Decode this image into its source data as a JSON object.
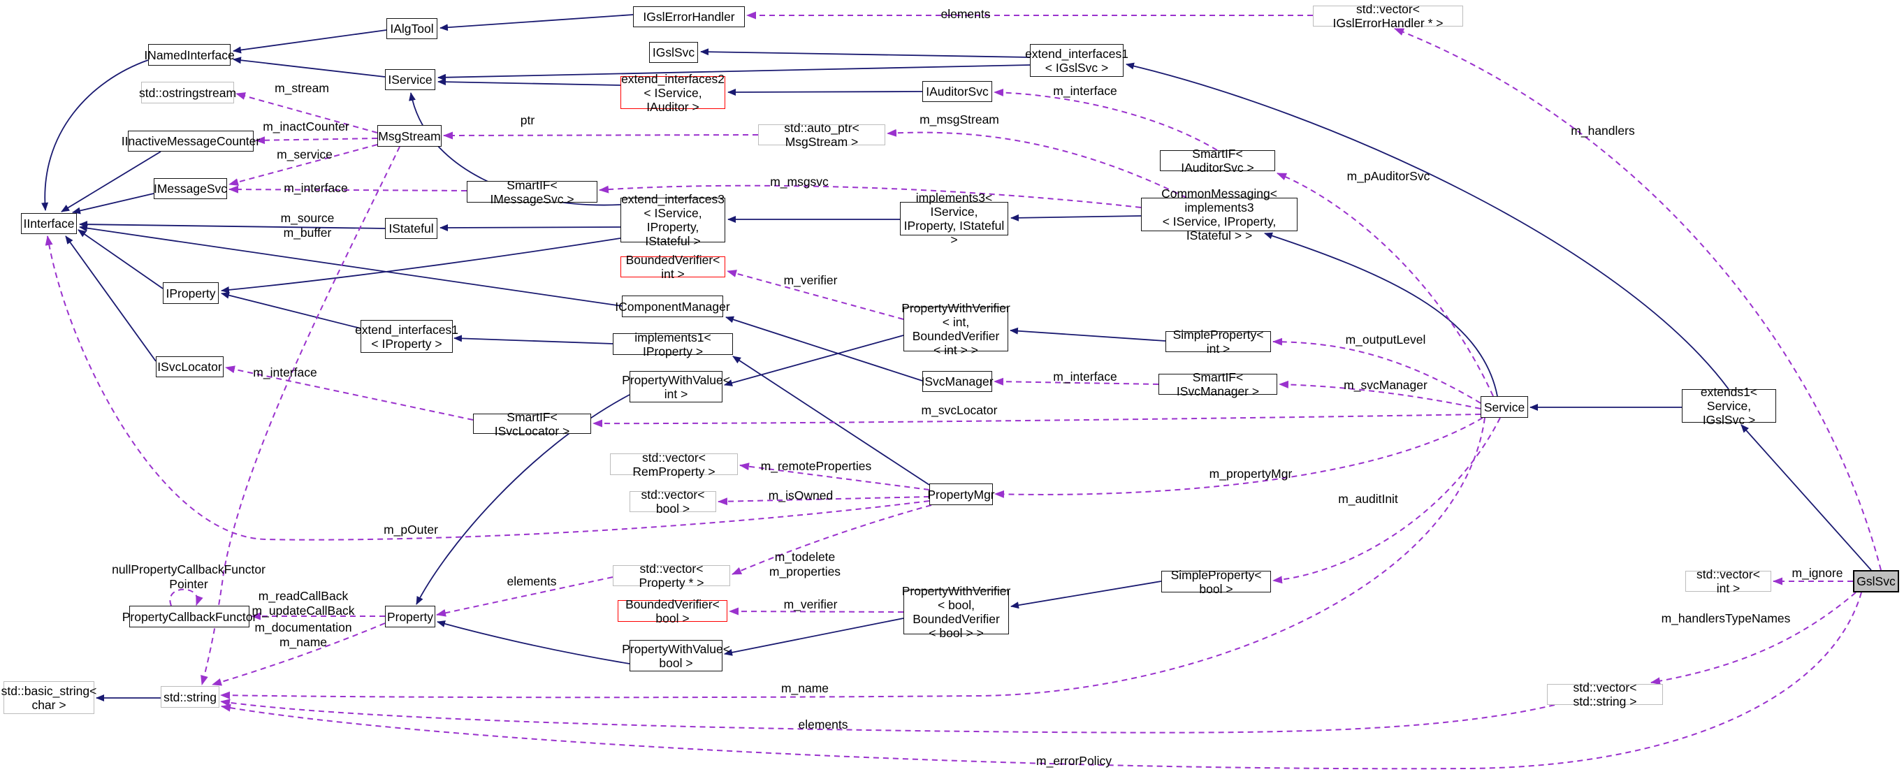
{
  "diagram": {
    "kind": "doxygen-collaboration-graph",
    "focal_class": "GslSvc",
    "colors": {
      "background": "#ffffff",
      "inheritance_edge": "#191970",
      "usage_edge": "#9a32cd",
      "node_border": "#151515",
      "external_node_border": "#bcbcbc",
      "truncated_node_border": "#ff0000",
      "focal_node_fill": "#bfbfbf"
    }
  },
  "nodes": [
    {
      "id": "gsl_error_handler",
      "label": "IGslErrorHandler",
      "kind": "class"
    },
    {
      "id": "vector_handlers",
      "label": "std::vector< IGslErrorHandler * >",
      "kind": "external"
    },
    {
      "id": "ialgtool",
      "label": "IAlgTool",
      "kind": "class"
    },
    {
      "id": "inamedinterface",
      "label": "INamedInterface",
      "kind": "class"
    },
    {
      "id": "igslsvc",
      "label": "IGslSvc",
      "kind": "class"
    },
    {
      "id": "ei1_igslsvc",
      "label": "extend_interfaces1\n< IGslSvc >",
      "kind": "class"
    },
    {
      "id": "iservice",
      "label": "IService",
      "kind": "class"
    },
    {
      "id": "ei2_iservice_iauditor",
      "label": "extend_interfaces2\n< IService, IAuditor >",
      "kind": "truncated"
    },
    {
      "id": "iauditorsvc",
      "label": "IAuditorSvc",
      "kind": "class"
    },
    {
      "id": "ostringstream",
      "label": "std::ostringstream",
      "kind": "external"
    },
    {
      "id": "auto_ptr_msgstream",
      "label": "std::auto_ptr< MsgStream >",
      "kind": "external"
    },
    {
      "id": "smartif_iauditorsvc",
      "label": "SmartIF< IAuditorSvc >",
      "kind": "class"
    },
    {
      "id": "iinactivemessagecounter",
      "label": "IInactiveMessageCounter",
      "kind": "class"
    },
    {
      "id": "msgstream",
      "label": "MsgStream",
      "kind": "class"
    },
    {
      "id": "imessagesvc",
      "label": "IMessageSvc",
      "kind": "class"
    },
    {
      "id": "smartif_imessagesvc",
      "label": "SmartIF< IMessageSvc >",
      "kind": "class"
    },
    {
      "id": "ei3",
      "label": "extend_interfaces3\n< IService, IProperty,\nIStateful >",
      "kind": "class"
    },
    {
      "id": "implements3",
      "label": "implements3< IService,\nIProperty, IStateful >",
      "kind": "class"
    },
    {
      "id": "common_messaging",
      "label": "CommonMessaging< implements3\n< IService, IProperty, IStateful > >",
      "kind": "class"
    },
    {
      "id": "iinterface",
      "label": "IInterface",
      "kind": "class"
    },
    {
      "id": "istateful",
      "label": "IStateful",
      "kind": "class"
    },
    {
      "id": "bv_int",
      "label": "BoundedVerifier< int >",
      "kind": "truncated"
    },
    {
      "id": "iproperty",
      "label": "IProperty",
      "kind": "class"
    },
    {
      "id": "icomponentmanager",
      "label": "IComponentManager",
      "kind": "class"
    },
    {
      "id": "pwv_int",
      "label": "PropertyWithVerifier\n< int, BoundedVerifier\n< int > >",
      "kind": "class"
    },
    {
      "id": "simpleproperty_int",
      "label": "SimpleProperty< int >",
      "kind": "class"
    },
    {
      "id": "ei1_iproperty",
      "label": "extend_interfaces1\n< IProperty >",
      "kind": "class"
    },
    {
      "id": "implements1_iproperty",
      "label": "implements1< IProperty >",
      "kind": "class"
    },
    {
      "id": "isvcmanager",
      "label": "ISvcManager",
      "kind": "class"
    },
    {
      "id": "smartif_isvcmanager",
      "label": "SmartIF< ISvcManager >",
      "kind": "class"
    },
    {
      "id": "service",
      "label": "Service",
      "kind": "class"
    },
    {
      "id": "extends1",
      "label": "extends1< Service,\nIGslSvc >",
      "kind": "class"
    },
    {
      "id": "isvclocator",
      "label": "ISvcLocator",
      "kind": "class"
    },
    {
      "id": "propertywithvalue_int",
      "label": "PropertyWithValue<\nint >",
      "kind": "class"
    },
    {
      "id": "smartif_isvclocator",
      "label": "SmartIF< ISvcLocator >",
      "kind": "class"
    },
    {
      "id": "vector_remproperty",
      "label": "std::vector< RemProperty >",
      "kind": "external"
    },
    {
      "id": "vector_bool",
      "label": "std::vector< bool >",
      "kind": "external"
    },
    {
      "id": "propertymgr",
      "label": "PropertyMgr",
      "kind": "class"
    },
    {
      "id": "vector_property",
      "label": "std::vector< Property * >",
      "kind": "external"
    },
    {
      "id": "bv_bool",
      "label": "BoundedVerifier< bool >",
      "kind": "truncated"
    },
    {
      "id": "pwv_bool",
      "label": "PropertyWithVerifier\n< bool, BoundedVerifier\n< bool > >",
      "kind": "class"
    },
    {
      "id": "simpleproperty_bool",
      "label": "SimpleProperty< bool >",
      "kind": "class"
    },
    {
      "id": "vector_int",
      "label": "std::vector< int >",
      "kind": "external"
    },
    {
      "id": "gslsvc",
      "label": "GslSvc",
      "kind": "focal"
    },
    {
      "id": "propertycallbackfunctor",
      "label": "PropertyCallbackFunctor",
      "kind": "class"
    },
    {
      "id": "property",
      "label": "Property",
      "kind": "class"
    },
    {
      "id": "propertywithvalue_bool",
      "label": "PropertyWithValue<\nbool >",
      "kind": "class"
    },
    {
      "id": "basic_string",
      "label": "std::basic_string<\nchar >",
      "kind": "external"
    },
    {
      "id": "std_string",
      "label": "std::string",
      "kind": "external"
    },
    {
      "id": "vector_string",
      "label": "std::vector< std::string >",
      "kind": "external"
    }
  ],
  "edges": [
    {
      "id": "s01",
      "from": "gsl_error_handler",
      "to": "ialgtool",
      "kind": "inheritance",
      "label": ""
    },
    {
      "id": "s02",
      "from": "ialgtool",
      "to": "inamedinterface",
      "kind": "inheritance",
      "label": ""
    },
    {
      "id": "s03",
      "from": "iservice",
      "to": "inamedinterface",
      "kind": "inheritance",
      "label": ""
    },
    {
      "id": "s04",
      "from": "inamedinterface",
      "to": "iinterface",
      "kind": "inheritance",
      "label": ""
    },
    {
      "id": "s05",
      "from": "ei1_igslsvc",
      "to": "igslsvc",
      "kind": "inheritance",
      "label": ""
    },
    {
      "id": "s06",
      "from": "ei1_igslsvc",
      "to": "iservice",
      "kind": "inheritance",
      "label": ""
    },
    {
      "id": "s07",
      "from": "ei2_iservice_iauditor",
      "to": "iservice",
      "kind": "inheritance",
      "label": ""
    },
    {
      "id": "s08",
      "from": "iauditorsvc",
      "to": "ei2_iservice_iauditor",
      "kind": "inheritance",
      "label": ""
    },
    {
      "id": "s09",
      "from": "extends1",
      "to": "ei1_igslsvc",
      "kind": "inheritance",
      "label": ""
    },
    {
      "id": "s10",
      "from": "gslsvc",
      "to": "extends1",
      "kind": "inheritance",
      "label": ""
    },
    {
      "id": "s11",
      "from": "service",
      "to": "common_messaging",
      "kind": "inheritance",
      "label": ""
    },
    {
      "id": "s12",
      "from": "common_messaging",
      "to": "implements3",
      "kind": "inheritance",
      "label": ""
    },
    {
      "id": "s13",
      "from": "implements3",
      "to": "ei3",
      "kind": "inheritance",
      "label": ""
    },
    {
      "id": "s14",
      "from": "ei3",
      "to": "iservice",
      "kind": "inheritance",
      "label": ""
    },
    {
      "id": "s15",
      "from": "ei3",
      "to": "istateful",
      "kind": "inheritance",
      "label": ""
    },
    {
      "id": "s16",
      "from": "ei3",
      "to": "iproperty",
      "kind": "inheritance",
      "label": ""
    },
    {
      "id": "s17",
      "from": "istateful",
      "to": "iinterface",
      "kind": "inheritance",
      "label": ""
    },
    {
      "id": "s18",
      "from": "imessagesvc",
      "to": "iinterface",
      "kind": "inheritance",
      "label": ""
    },
    {
      "id": "s19",
      "from": "iinactivemessagecounter",
      "to": "iinterface",
      "kind": "inheritance",
      "label": ""
    },
    {
      "id": "s20",
      "from": "isvclocator",
      "to": "iinterface",
      "kind": "inheritance",
      "label": ""
    },
    {
      "id": "s21",
      "from": "iproperty",
      "to": "iinterface",
      "kind": "inheritance",
      "label": ""
    },
    {
      "id": "s22",
      "from": "icomponentmanager",
      "to": "iinterface",
      "kind": "inheritance",
      "label": ""
    },
    {
      "id": "s23",
      "from": "isvcmanager",
      "to": "icomponentmanager",
      "kind": "inheritance",
      "label": ""
    },
    {
      "id": "s24",
      "from": "implements1_iproperty",
      "to": "ei1_iproperty",
      "kind": "inheritance",
      "label": ""
    },
    {
      "id": "s25",
      "from": "ei1_iproperty",
      "to": "iproperty",
      "kind": "inheritance",
      "label": ""
    },
    {
      "id": "s26",
      "from": "pwv_int",
      "to": "propertywithvalue_int",
      "kind": "inheritance",
      "label": ""
    },
    {
      "id": "s27",
      "from": "simpleproperty_int",
      "to": "pwv_int",
      "kind": "inheritance",
      "label": ""
    },
    {
      "id": "s28",
      "from": "propertymgr",
      "to": "implements1_iproperty",
      "kind": "inheritance",
      "label": ""
    },
    {
      "id": "s29",
      "from": "propertywithvalue_int",
      "to": "property",
      "kind": "inheritance",
      "label": ""
    },
    {
      "id": "s30",
      "from": "simpleproperty_bool",
      "to": "pwv_bool",
      "kind": "inheritance",
      "label": ""
    },
    {
      "id": "s31",
      "from": "pwv_bool",
      "to": "propertywithvalue_bool",
      "kind": "inheritance",
      "label": ""
    },
    {
      "id": "s32",
      "from": "propertywithvalue_bool",
      "to": "property",
      "kind": "inheritance",
      "label": ""
    },
    {
      "id": "s33",
      "from": "std_string",
      "to": "basic_string",
      "kind": "inheritance",
      "label": ""
    },
    {
      "id": "s34",
      "from": "extends1",
      "to": "service",
      "kind": "inheritance",
      "label": ""
    },
    {
      "id": "d01",
      "from": "vector_handlers",
      "to": "gsl_error_handler",
      "kind": "usage",
      "label": "elements"
    },
    {
      "id": "d02",
      "from": "gslsvc",
      "to": "vector_handlers",
      "kind": "usage",
      "label": "m_handlers"
    },
    {
      "id": "d03",
      "from": "msgstream",
      "to": "ostringstream",
      "kind": "usage",
      "label": "m_stream"
    },
    {
      "id": "d04",
      "from": "msgstream",
      "to": "iinactivemessagecounter",
      "kind": "usage",
      "label": "m_inactCounter"
    },
    {
      "id": "d05",
      "from": "msgstream",
      "to": "imessagesvc",
      "kind": "usage",
      "label": "m_service"
    },
    {
      "id": "d06",
      "from": "smartif_imessagesvc",
      "to": "imessagesvc",
      "kind": "usage",
      "label": "m_interface"
    },
    {
      "id": "d07",
      "from": "auto_ptr_msgstream",
      "to": "msgstream",
      "kind": "usage",
      "label": "ptr"
    },
    {
      "id": "d08",
      "from": "common_messaging",
      "to": "auto_ptr_msgstream",
      "kind": "usage",
      "label": "m_msgStream"
    },
    {
      "id": "d09",
      "from": "common_messaging",
      "to": "smartif_imessagesvc",
      "kind": "usage",
      "label": "m_msgsvc"
    },
    {
      "id": "d10",
      "from": "smartif_iauditorsvc",
      "to": "iauditorsvc",
      "kind": "usage",
      "label": "m_interface"
    },
    {
      "id": "d11",
      "from": "service",
      "to": "smartif_iauditorsvc",
      "kind": "usage",
      "label": "m_pAuditorSvc"
    },
    {
      "id": "d12",
      "from": "pwv_int",
      "to": "bv_int",
      "kind": "usage",
      "label": "m_verifier"
    },
    {
      "id": "d13",
      "from": "smartif_isvcmanager",
      "to": "isvcmanager",
      "kind": "usage",
      "label": "m_interface"
    },
    {
      "id": "d14",
      "from": "service",
      "to": "simpleproperty_int",
      "kind": "usage",
      "label": "m_outputLevel"
    },
    {
      "id": "d15",
      "from": "service",
      "to": "smartif_isvcmanager",
      "kind": "usage",
      "label": "m_svcManager"
    },
    {
      "id": "d16",
      "from": "service",
      "to": "smartif_isvclocator",
      "kind": "usage",
      "label": "m_svcLocator"
    },
    {
      "id": "d17",
      "from": "smartif_isvclocator",
      "to": "isvclocator",
      "kind": "usage",
      "label": "m_interface"
    },
    {
      "id": "d18",
      "from": "service",
      "to": "propertymgr",
      "kind": "usage",
      "label": "m_propertyMgr"
    },
    {
      "id": "d19",
      "from": "service",
      "to": "simpleproperty_bool",
      "kind": "usage",
      "label": "m_auditInit"
    },
    {
      "id": "d20",
      "from": "propertymgr",
      "to": "vector_remproperty",
      "kind": "usage",
      "label": "m_remoteProperties"
    },
    {
      "id": "d21",
      "from": "propertymgr",
      "to": "vector_bool",
      "kind": "usage",
      "label": "m_isOwned"
    },
    {
      "id": "d22",
      "from": "propertymgr",
      "to": "vector_property",
      "kind": "usage",
      "label": "m_todelete\nm_properties"
    },
    {
      "id": "d23",
      "from": "propertymgr",
      "to": "iinterface",
      "kind": "usage",
      "label": "m_pOuter"
    },
    {
      "id": "d24",
      "from": "vector_property",
      "to": "property",
      "kind": "usage",
      "label": "elements"
    },
    {
      "id": "d25",
      "from": "pwv_bool",
      "to": "bv_bool",
      "kind": "usage",
      "label": "m_verifier"
    },
    {
      "id": "d26",
      "from": "property",
      "to": "propertycallbackfunctor",
      "kind": "usage",
      "label": "m_readCallBack\nm_updateCallBack"
    },
    {
      "id": "d27",
      "from": "propertycallbackfunctor",
      "to": "propertycallbackfunctor",
      "kind": "usage",
      "label": "nullPropertyCallbackFunctor\nPointer"
    },
    {
      "id": "d28",
      "from": "property",
      "to": "std_string",
      "kind": "usage",
      "label": "m_documentation\nm_name"
    },
    {
      "id": "d29",
      "from": "msgstream",
      "to": "std_string",
      "kind": "usage",
      "label": "m_source\nm_buffer"
    },
    {
      "id": "d30",
      "from": "service",
      "to": "std_string",
      "kind": "usage",
      "label": "m_name"
    },
    {
      "id": "d31",
      "from": "vector_string",
      "to": "std_string",
      "kind": "usage",
      "label": "elements"
    },
    {
      "id": "d32",
      "from": "gslsvc",
      "to": "std_string",
      "kind": "usage",
      "label": "m_errorPolicy"
    },
    {
      "id": "d33",
      "from": "gslsvc",
      "to": "vector_int",
      "kind": "usage",
      "label": "m_ignore"
    },
    {
      "id": "d34",
      "from": "gslsvc",
      "to": "vector_string",
      "kind": "usage",
      "label": "m_handlersTypeNames"
    }
  ]
}
